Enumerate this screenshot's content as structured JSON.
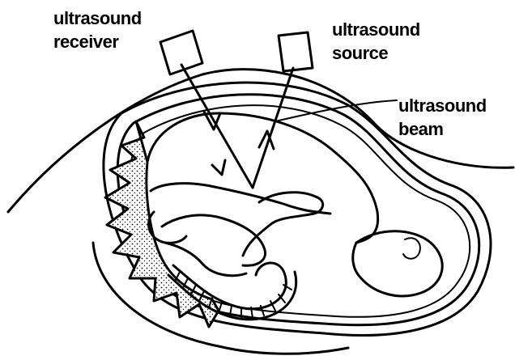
{
  "labels": {
    "receiver": [
      "ultrasound",
      "receiver"
    ],
    "source": [
      "ultrasound",
      "source"
    ],
    "beam": [
      "ultrasound",
      "beam"
    ]
  },
  "colors": {
    "ink": "#000000",
    "background": "#ffffff"
  }
}
